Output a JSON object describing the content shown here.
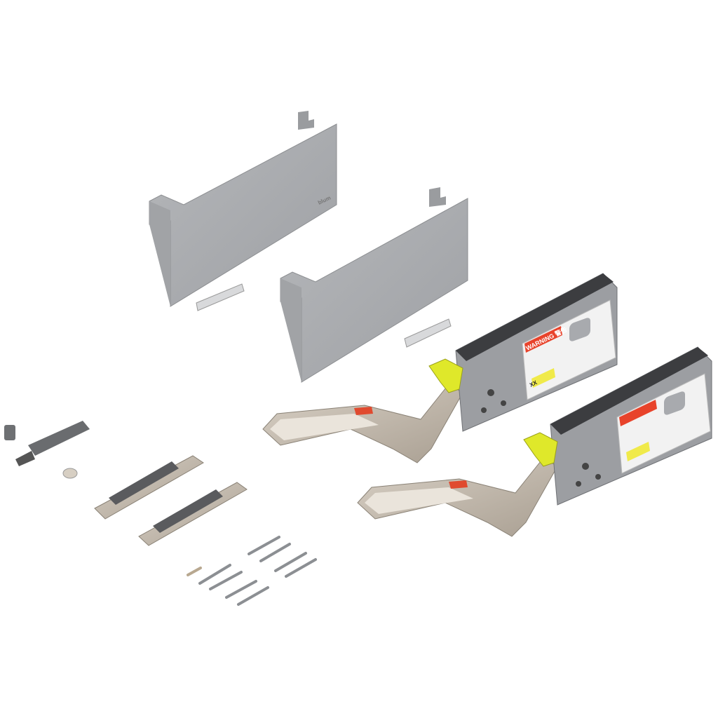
{
  "product": {
    "brand_logo": "blum",
    "warning_label": "WARNING 警告",
    "model_code": "XX"
  },
  "colors": {
    "panel_grey": "#a9abae",
    "housing_grey": "#8e9094",
    "housing_top": "#3c3d40",
    "steel": "#c9bfb2",
    "warning_red": "#e8432b",
    "lever_yellow": "#dfe82a"
  }
}
